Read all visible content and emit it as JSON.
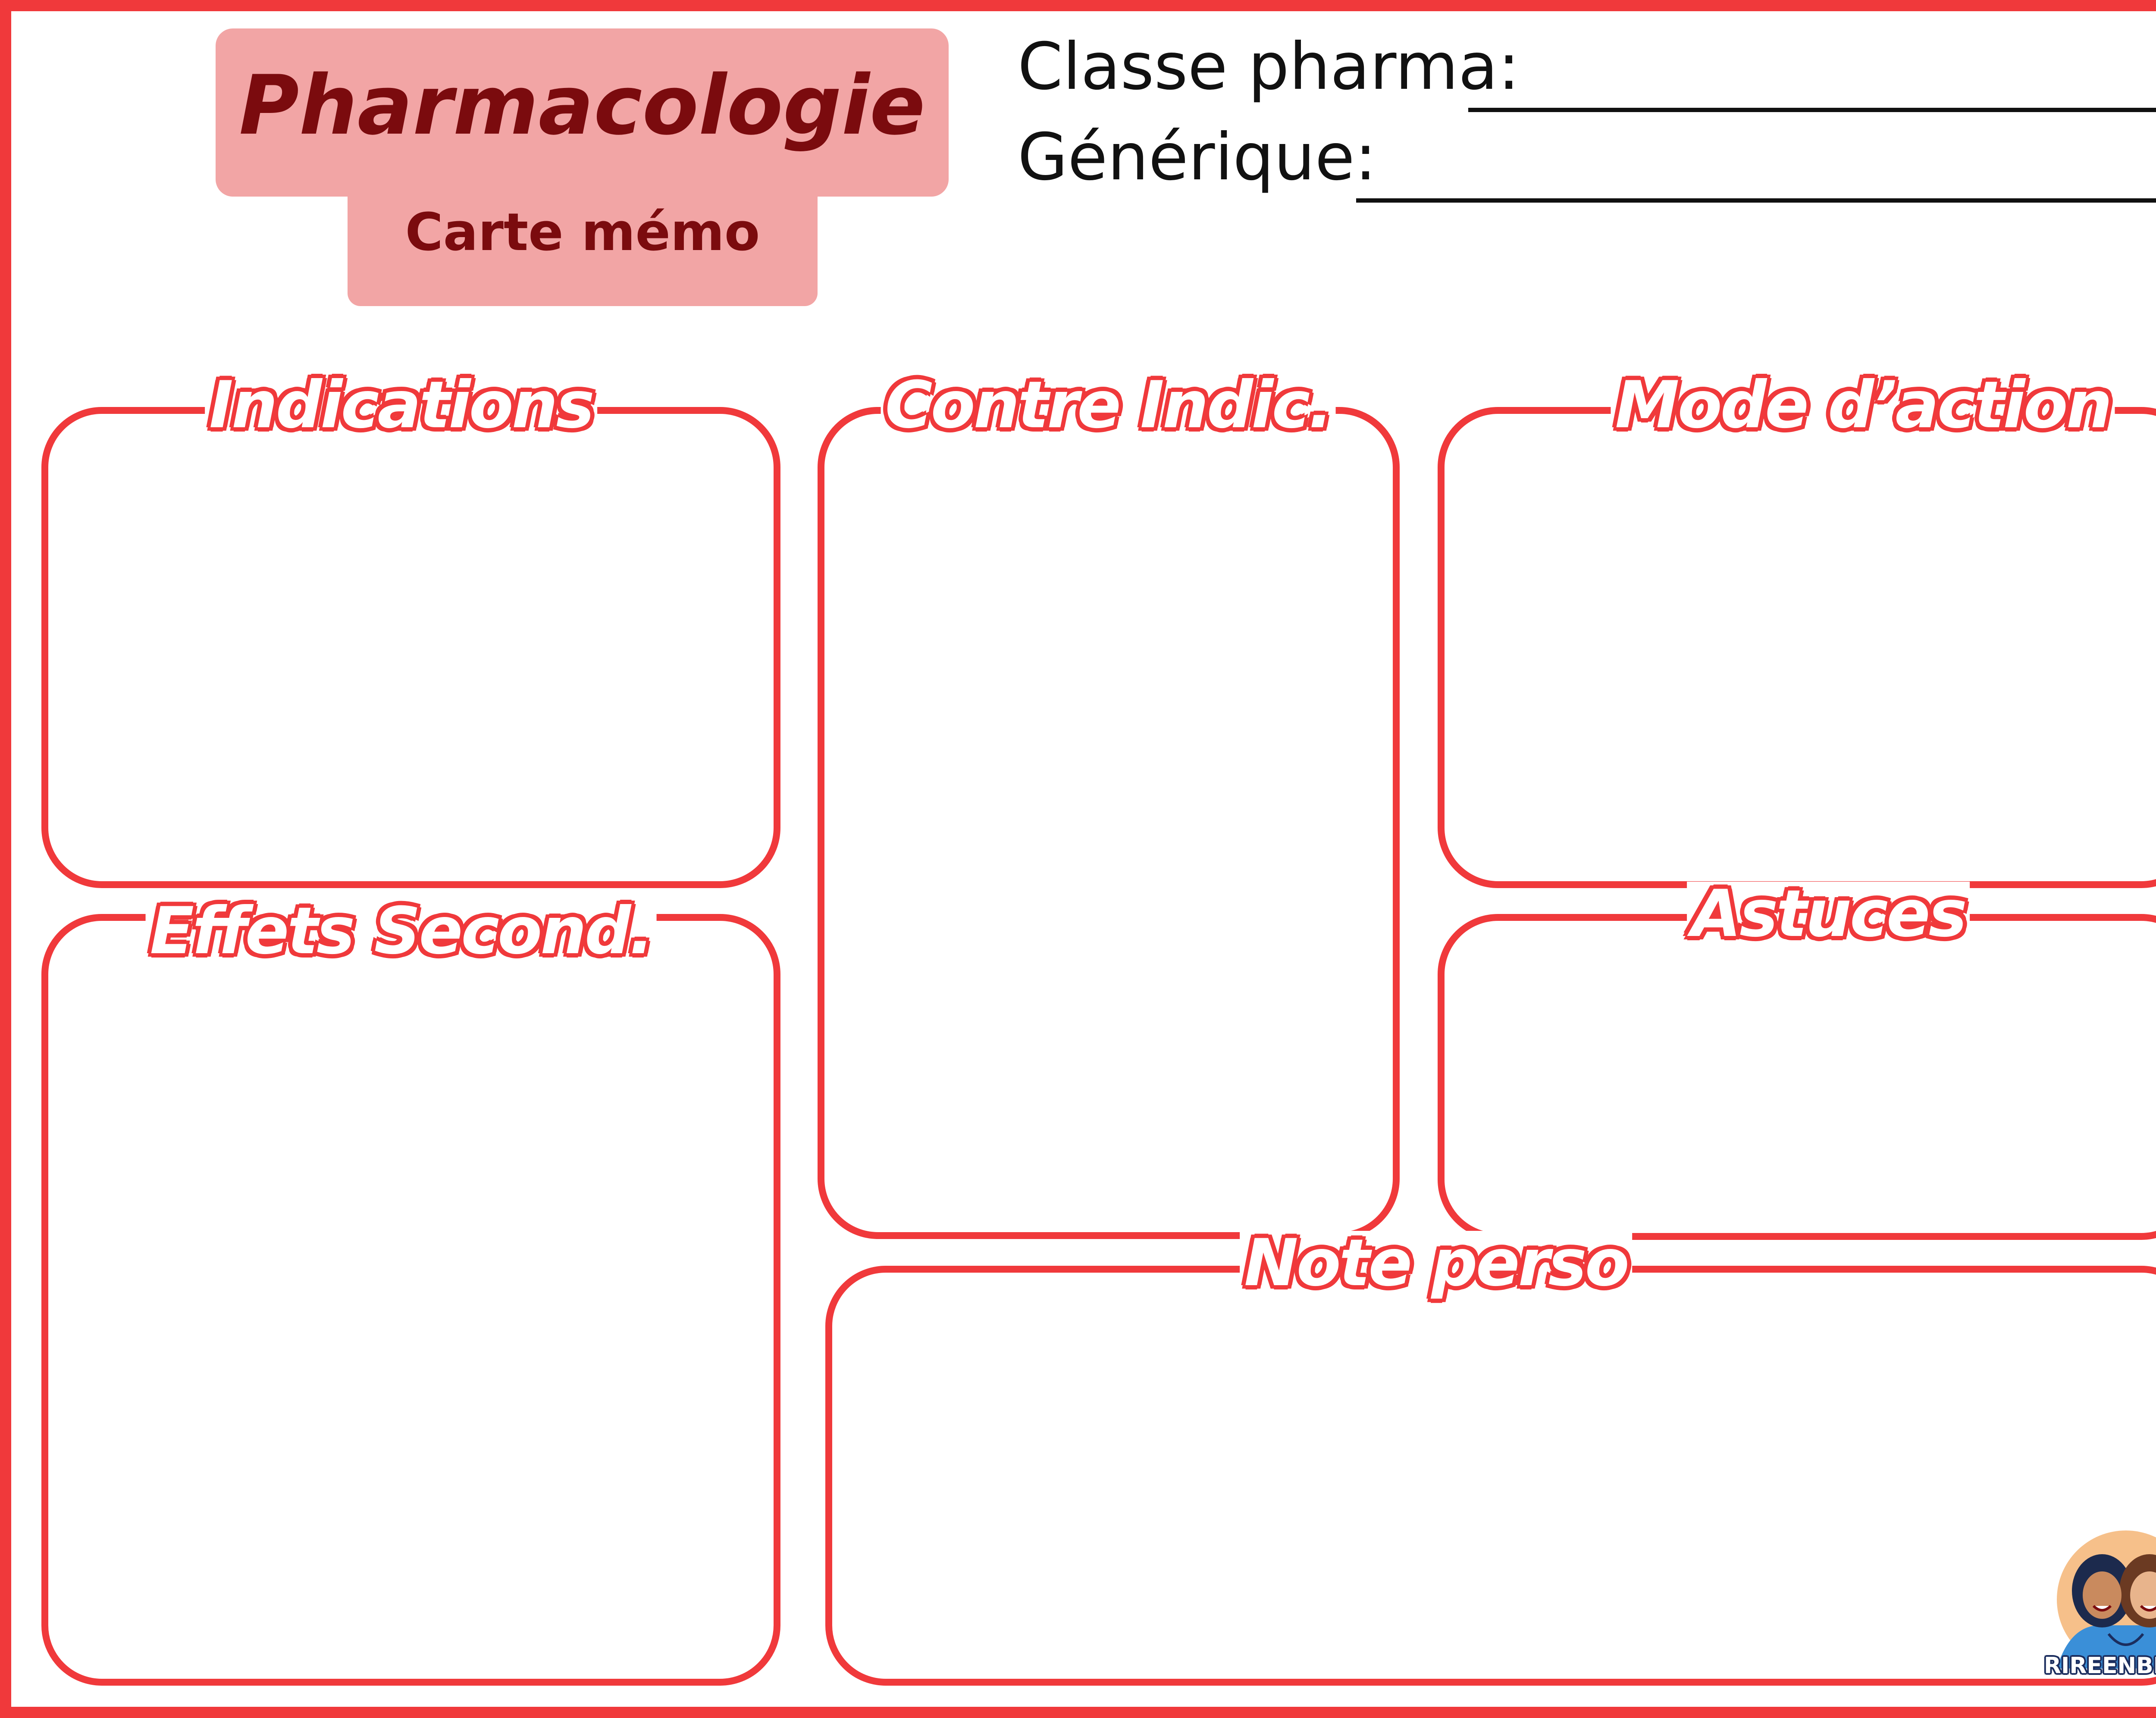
{
  "header": {
    "title": "Pharmacologie",
    "subtitle": "Carte mémo"
  },
  "fields": {
    "classe_label": "Classe pharma:",
    "generique_label": "Générique:"
  },
  "cards": {
    "indications": "Indications",
    "contre_indic": "Contre Indic.",
    "mode_action": "Mode d’action",
    "effets_second": "Effets Second.",
    "astuces": "Astuces",
    "note_perso": "Note perso"
  },
  "logo": {
    "text": "RIREENBLOUSE"
  },
  "colors": {
    "accent": "#f0393b",
    "header_bg": "#f2a5a5",
    "header_text": "#7b0b0e"
  }
}
